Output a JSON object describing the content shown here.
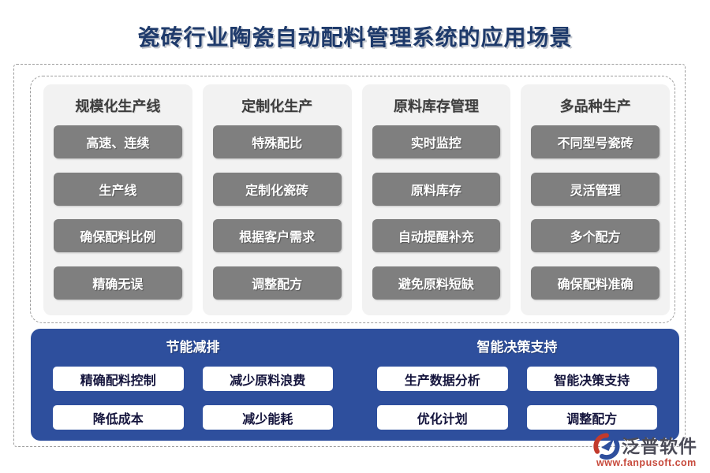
{
  "title": "瓷砖行业陶瓷自动配料管理系统的应用场景",
  "scenario_columns": [
    {
      "header": "规模化生产线",
      "items": [
        "高速、连续",
        "生产线",
        "确保配料比例",
        "精确无误"
      ]
    },
    {
      "header": "定制化生产",
      "items": [
        "特殊配比",
        "定制化瓷砖",
        "根据客户需求",
        "调整配方"
      ]
    },
    {
      "header": "原料库存管理",
      "items": [
        "实时监控",
        "原料库存",
        "自动提醒补充",
        "避免原料短缺"
      ]
    },
    {
      "header": "多品种生产",
      "items": [
        "不同型号瓷砖",
        "灵活管理",
        "多个配方",
        "确保配料准确"
      ]
    }
  ],
  "benefit_sections": [
    {
      "header": "节能减排",
      "items": [
        "精确配料控制",
        "减少原料浪费",
        "降低成本",
        "减少能耗"
      ]
    },
    {
      "header": "智能决策支持",
      "items": [
        "生产数据分析",
        "智能决策支持",
        "优化计划",
        "调整配方"
      ]
    }
  ],
  "watermark": {
    "brand": "泛普软件",
    "url": "www.fanpusoft.com"
  },
  "colors": {
    "title_navy": "#1e3a6b",
    "panel_blue": "#2e4f9d",
    "item_gray": "#7f7f7f",
    "card_bg": "#f2f2f2",
    "dashed_border": "#9d9d9d",
    "watermark_red": "#c74a3c"
  }
}
